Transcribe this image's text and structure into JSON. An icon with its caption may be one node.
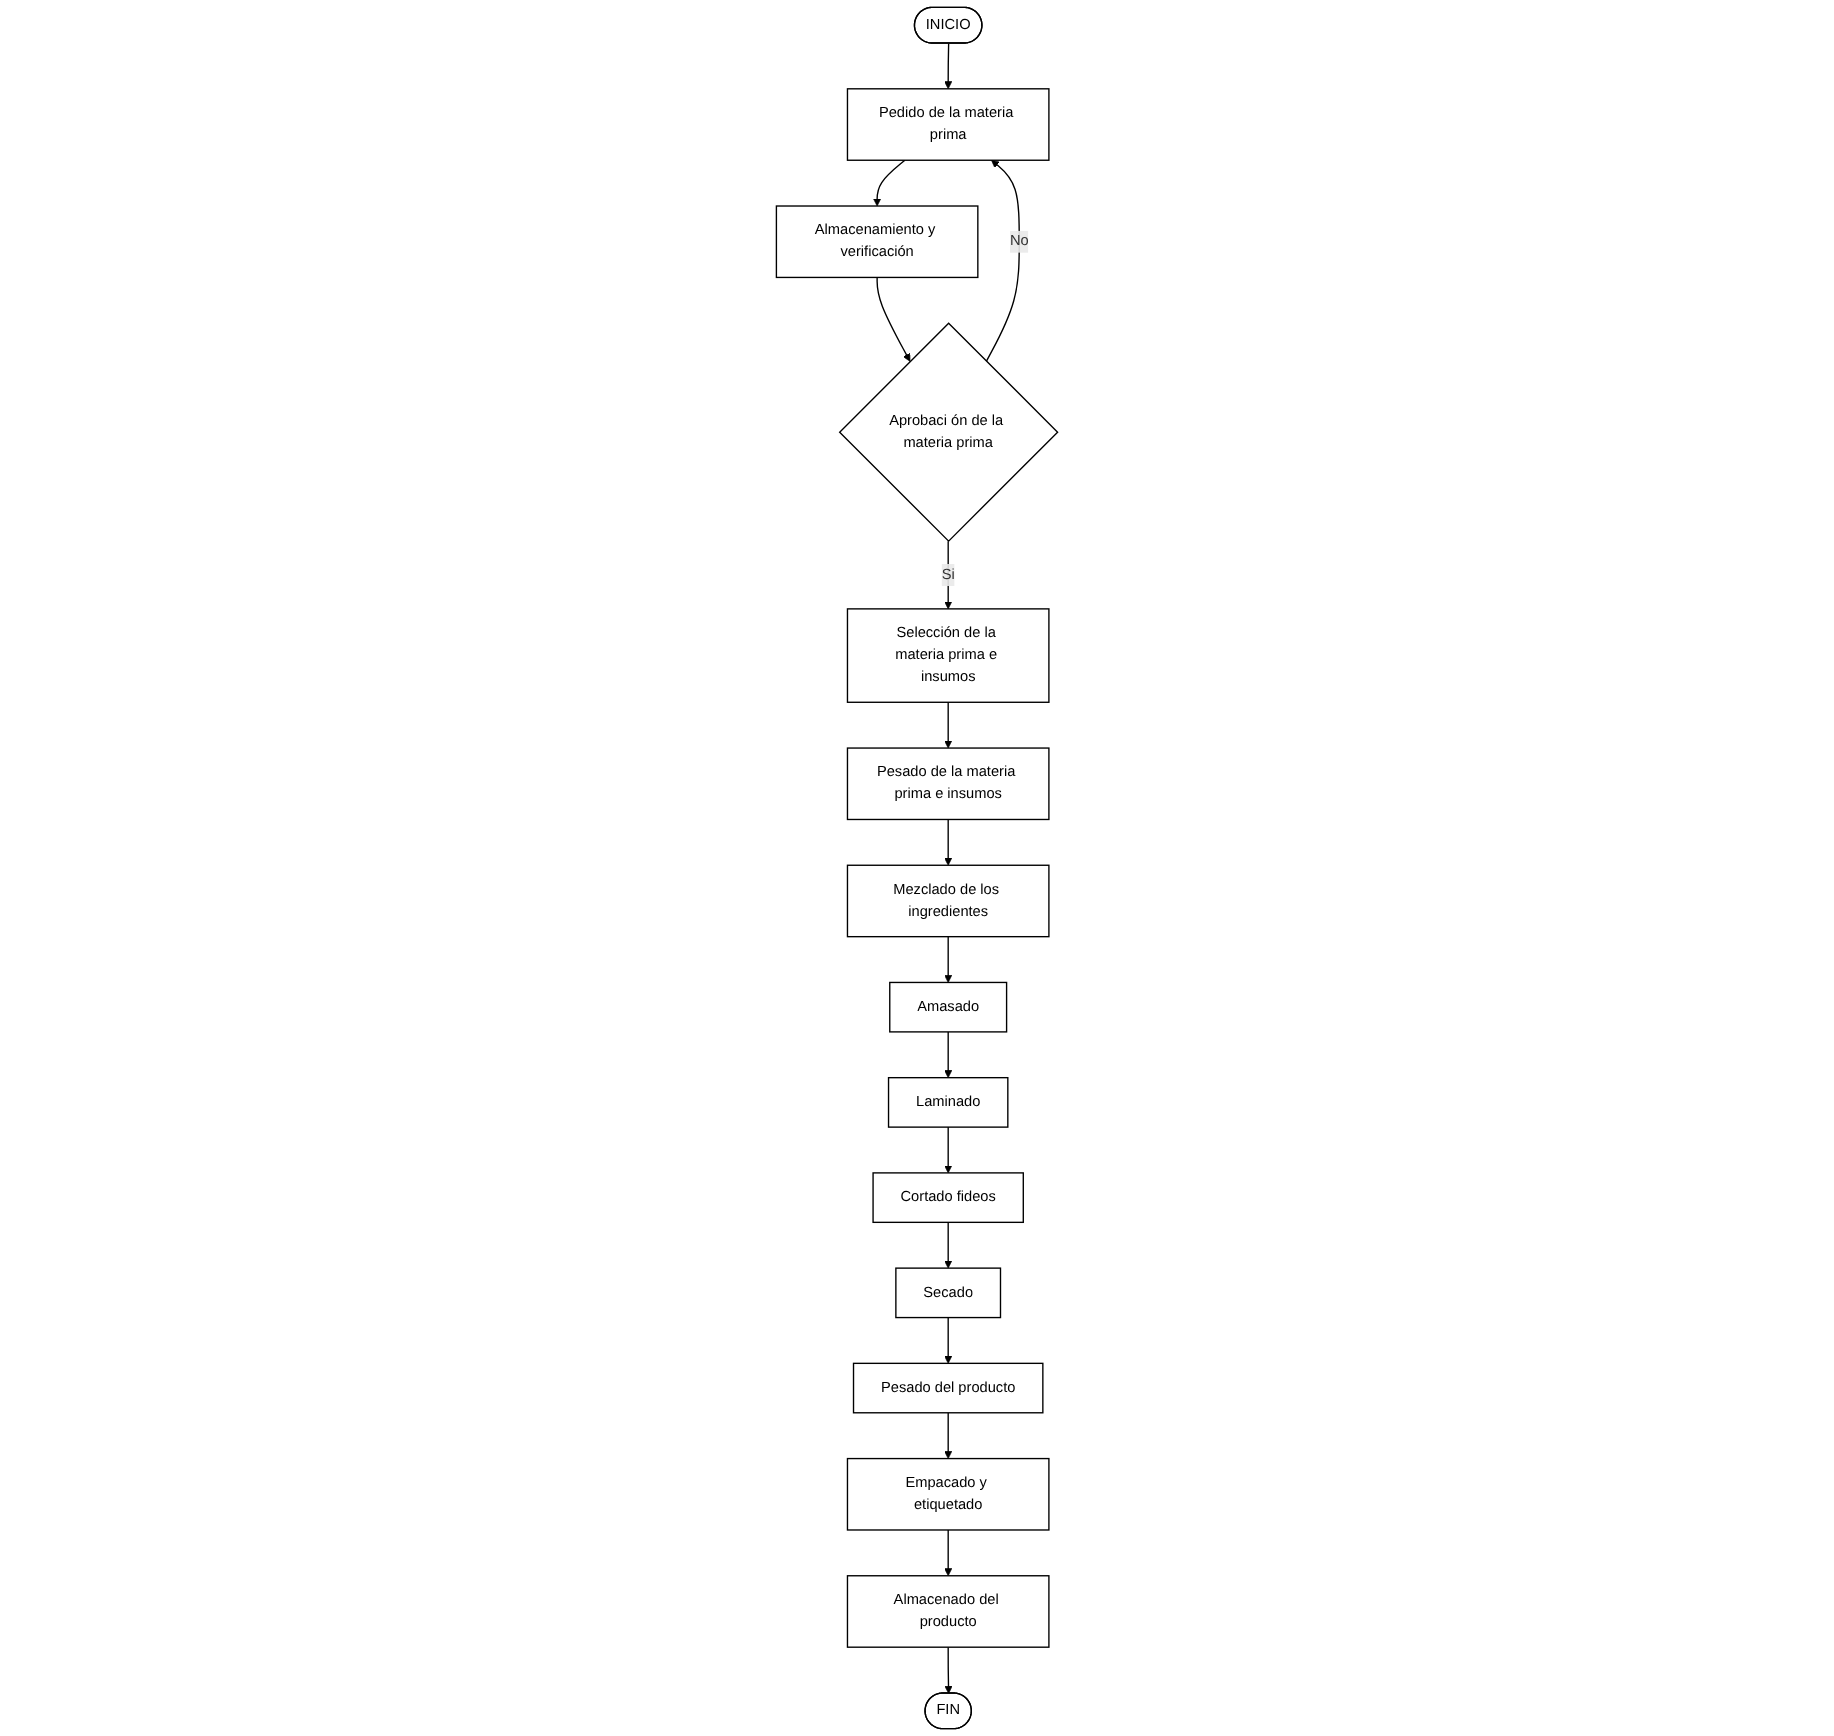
{
  "diagram": {
    "nodes": [
      {
        "text": [
          "INICIO"
        ]
      },
      {
        "text": [
          "Pedido de la materia prima"
        ]
      },
      {
        "text": [
          "Almacenamiento y verificación"
        ]
      },
      {
        "text": [
          "Aprobaci ón de la materia prima"
        ]
      },
      {
        "text": [
          "Selección de la materia prima e insumos"
        ]
      },
      {
        "text": [
          "Pesado de la materia prima e insumos"
        ]
      },
      {
        "text": [
          "Mezclado de los ingredientes"
        ]
      },
      {
        "text": [
          "Amasado"
        ]
      },
      {
        "text": [
          "Laminado"
        ]
      },
      {
        "text": [
          "Cortado fideos"
        ]
      },
      {
        "text": [
          "Secado"
        ]
      },
      {
        "text": [
          "Pesado del producto"
        ]
      },
      {
        "text": [
          "Empacado y etiquetado"
        ]
      },
      {
        "text": [
          "Almacenado del producto"
        ]
      },
      {
        "text": [
          "FIN"
        ]
      }
    ],
    "edges": [
      {
        "from": 0,
        "to": 1,
        "arrow": "to"
      },
      {
        "from": 1,
        "to": 2,
        "arrow": "to"
      },
      {
        "from": 2,
        "to": 3,
        "arrow": "to"
      },
      {
        "from": 3,
        "to": 1,
        "arrow": "to",
        "label": "No"
      },
      {
        "from": 3,
        "to": 4,
        "arrow": "to",
        "label": "Si"
      },
      {
        "from": 4,
        "to": 5,
        "arrow": "to"
      },
      {
        "from": 5,
        "to": 6,
        "arrow": "to"
      },
      {
        "from": 6,
        "to": 7,
        "arrow": "to"
      },
      {
        "from": 7,
        "to": 8,
        "arrow": "to"
      },
      {
        "from": 8,
        "to": 9,
        "arrow": "to"
      },
      {
        "from": 9,
        "to": 10,
        "arrow": "to"
      },
      {
        "from": 10,
        "to": 11,
        "arrow": "to"
      },
      {
        "from": 11,
        "to": 12,
        "arrow": "to"
      },
      {
        "from": 12,
        "to": 13,
        "arrow": "to"
      },
      {
        "from": 13,
        "to": 14,
        "arrow": "to"
      }
    ]
  }
}
